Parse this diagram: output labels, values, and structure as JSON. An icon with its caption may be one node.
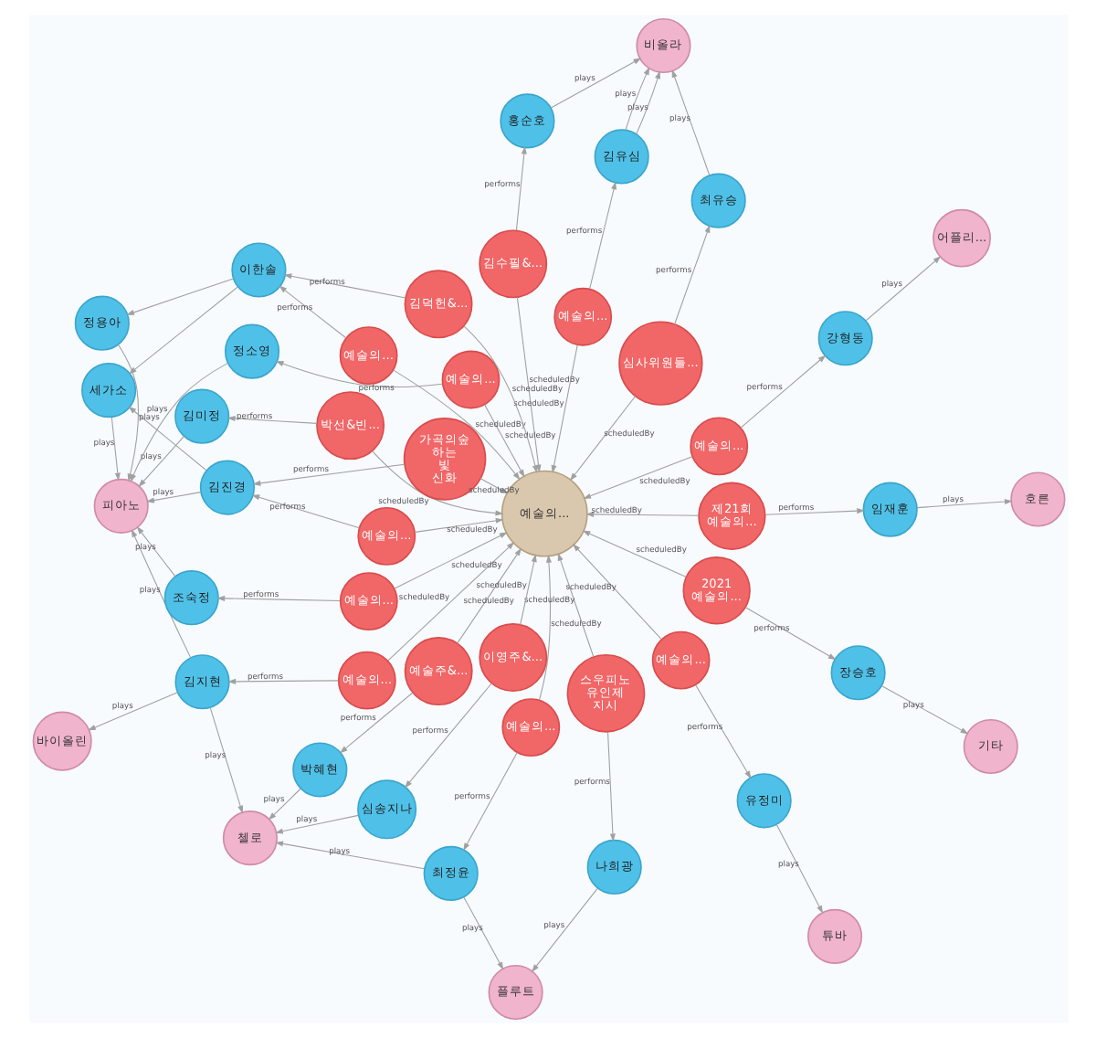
{
  "diagram": {
    "nodes": [
      {
        "text": [
          "바이올린"
        ]
      },
      {
        "text": [
          "플루트"
        ]
      },
      {
        "text": [
          "첼로"
        ]
      },
      {
        "text": [
          "최정윤"
        ]
      },
      {
        "text": [
          "김지현"
        ]
      },
      {
        "text": [
          "나희광"
        ]
      },
      {
        "text": [
          "박혜현"
        ]
      },
      {
        "text": [
          "심송지나"
        ]
      },
      {
        "text": [
          "기타"
        ]
      },
      {
        "text": [
          "예술의..."
        ]
      },
      {
        "text": [
          "장승호"
        ]
      },
      {
        "text": [
          "예술의..."
        ]
      },
      {
        "text": [
          "스우피노 유인제 지시"
        ]
      },
      {
        "text": [
          "예술주&..."
        ]
      },
      {
        "text": [
          "이영주&..."
        ]
      },
      {
        "text": [
          "2021 예술의..."
        ]
      },
      {
        "text": [
          "박선&빈..."
        ]
      },
      {
        "text": [
          "김미정"
        ]
      },
      {
        "text": [
          "조숙정"
        ]
      },
      {
        "text": [
          "홍순호"
        ]
      },
      {
        "text": [
          "예술의..."
        ]
      },
      {
        "text": [
          "김수필&..."
        ]
      },
      {
        "text": [
          "예술의..."
        ]
      },
      {
        "text": [
          "정소영"
        ]
      },
      {
        "text": [
          "예술의..."
        ]
      },
      {
        "text": [
          "피아노"
        ]
      },
      {
        "text": [
          "비올라"
        ]
      },
      {
        "text": [
          "심사위원들..."
        ]
      },
      {
        "text": [
          "최유승"
        ]
      },
      {
        "text": [
          "예술의..."
        ]
      },
      {
        "text": [
          "김진경"
        ]
      },
      {
        "text": [
          "가곡의숲 하는 빛 신화"
        ]
      },
      {
        "text": [
          "세가소"
        ]
      },
      {
        "text": [
          "예술의..."
        ]
      },
      {
        "text": [
          "김유심"
        ]
      },
      {
        "text": [
          "예술의..."
        ]
      },
      {
        "text": [
          "예술의..."
        ]
      },
      {
        "text": [
          "이한솔"
        ]
      },
      {
        "text": [
          "김덕헌&..."
        ]
      },
      {
        "text": [
          "정용아"
        ]
      },
      {
        "text": [
          "제21회 예술의..."
        ]
      },
      {
        "text": [
          "예술의..."
        ]
      },
      {
        "text": [
          "강형동"
        ]
      },
      {
        "text": [
          "어플리..."
        ]
      },
      {
        "text": [
          "임재훈"
        ]
      },
      {
        "text": [
          "유정미"
        ]
      },
      {
        "text": [
          "호른"
        ]
      },
      {
        "text": [
          "튜바"
        ]
      }
    ],
    "edges": [
      {
        "from": 9,
        "to": 24,
        "arrow": "to",
        "label": "scheduledBy"
      },
      {
        "from": 11,
        "to": 24,
        "arrow": "to",
        "label": "scheduledBy"
      },
      {
        "from": 12,
        "to": 24,
        "arrow": "to",
        "label": "scheduledBy"
      },
      {
        "from": 13,
        "to": 24,
        "arrow": "to",
        "label": "scheduledBy"
      },
      {
        "from": 14,
        "to": 24,
        "arrow": "to",
        "label": "scheduledBy"
      },
      {
        "from": 15,
        "to": 24,
        "arrow": "to",
        "label": "scheduledBy"
      },
      {
        "from": 16,
        "to": 24,
        "arrow": "to",
        "label": "scheduledBy"
      },
      {
        "from": 20,
        "to": 24,
        "arrow": "to",
        "label": "scheduledBy"
      },
      {
        "from": 21,
        "to": 24,
        "arrow": "to",
        "label": "scheduledBy"
      },
      {
        "from": 22,
        "to": 24,
        "arrow": "to",
        "label": "scheduledBy"
      },
      {
        "from": 27,
        "to": 24,
        "arrow": "to",
        "label": "scheduledBy"
      },
      {
        "from": 29,
        "to": 24,
        "arrow": "to",
        "label": "scheduledBy"
      },
      {
        "from": 31,
        "to": 24,
        "arrow": "to",
        "label": "scheduledBy"
      },
      {
        "from": 33,
        "to": 24,
        "arrow": "to",
        "label": "scheduledBy"
      },
      {
        "from": 35,
        "to": 24,
        "arrow": "to",
        "label": "scheduledBy"
      },
      {
        "from": 36,
        "to": 24,
        "arrow": "to",
        "label": "scheduledBy"
      },
      {
        "from": 38,
        "to": 24,
        "arrow": "to",
        "label": "scheduledBy"
      },
      {
        "from": 40,
        "to": 24,
        "arrow": "to",
        "label": "scheduledBy"
      },
      {
        "from": 41,
        "to": 24,
        "arrow": "to",
        "label": "scheduledBy"
      },
      {
        "from": 9,
        "to": 3,
        "arrow": "to",
        "label": "performs"
      },
      {
        "from": 11,
        "to": 4,
        "arrow": "to",
        "label": "performs"
      },
      {
        "from": 12,
        "to": 5,
        "arrow": "to",
        "label": "performs"
      },
      {
        "from": 13,
        "to": 6,
        "arrow": "to",
        "label": "performs"
      },
      {
        "from": 14,
        "to": 7,
        "arrow": "to",
        "label": "performs"
      },
      {
        "from": 15,
        "to": 10,
        "arrow": "to",
        "label": "performs"
      },
      {
        "from": 16,
        "to": 17,
        "arrow": "to",
        "label": "performs"
      },
      {
        "from": 20,
        "to": 18,
        "arrow": "to",
        "label": "performs"
      },
      {
        "from": 21,
        "to": 19,
        "arrow": "to",
        "label": "performs"
      },
      {
        "from": 22,
        "to": 23,
        "arrow": "to",
        "label": "performs"
      },
      {
        "from": 27,
        "to": 28,
        "arrow": "to",
        "label": "performs"
      },
      {
        "from": 29,
        "to": 30,
        "arrow": "to",
        "label": "performs"
      },
      {
        "from": 31,
        "to": 30,
        "arrow": "to",
        "label": "performs"
      },
      {
        "from": 33,
        "to": 34,
        "arrow": "to",
        "label": "performs"
      },
      {
        "from": 35,
        "to": 37,
        "arrow": "to",
        "label": "performs"
      },
      {
        "from": 36,
        "to": 42,
        "arrow": "to",
        "label": "performs"
      },
      {
        "from": 38,
        "to": 37,
        "arrow": "to",
        "label": "performs"
      },
      {
        "from": 40,
        "to": 44,
        "arrow": "to",
        "label": "performs"
      },
      {
        "from": 41,
        "to": 45,
        "arrow": "to",
        "label": "performs"
      },
      {
        "from": 3,
        "to": 1,
        "arrow": "to",
        "label": "plays"
      },
      {
        "from": 3,
        "to": 2,
        "arrow": "to",
        "label": "plays"
      },
      {
        "from": 5,
        "to": 1,
        "arrow": "to",
        "label": "plays"
      },
      {
        "from": 6,
        "to": 2,
        "arrow": "to",
        "label": "plays"
      },
      {
        "from": 7,
        "to": 2,
        "arrow": "to",
        "label": "plays"
      },
      {
        "from": 4,
        "to": 2,
        "arrow": "to",
        "label": "plays"
      },
      {
        "from": 4,
        "to": 0,
        "arrow": "to",
        "label": "plays"
      },
      {
        "from": 4,
        "to": 25,
        "arrow": "to",
        "label": "plays"
      },
      {
        "from": 10,
        "to": 8,
        "arrow": "to",
        "label": "plays"
      },
      {
        "from": 19,
        "to": 26,
        "arrow": "to",
        "label": "plays"
      },
      {
        "from": 28,
        "to": 26,
        "arrow": "to",
        "label": "plays"
      },
      {
        "from": 34,
        "to": 26,
        "arrow": "to",
        "label": "plays"
      },
      {
        "from": 34,
        "to": 26,
        "arrow": "to",
        "label": "plays"
      },
      {
        "from": 17,
        "to": 25,
        "arrow": "to",
        "label": "plays"
      },
      {
        "from": 18,
        "to": 25,
        "arrow": "to",
        "label": "plays"
      },
      {
        "from": 23,
        "to": 25,
        "arrow": "to",
        "label": "plays"
      },
      {
        "from": 30,
        "to": 25,
        "arrow": "to",
        "label": "plays"
      },
      {
        "from": 30,
        "to": 32,
        "arrow": "to"
      },
      {
        "from": 32,
        "to": 25,
        "arrow": "to",
        "label": "plays"
      },
      {
        "from": 37,
        "to": 32,
        "arrow": "to"
      },
      {
        "from": 37,
        "to": 39,
        "arrow": "to"
      },
      {
        "from": 39,
        "to": 25,
        "arrow": "to",
        "label": "plays"
      },
      {
        "from": 42,
        "to": 43,
        "arrow": "to",
        "label": "plays"
      },
      {
        "from": 44,
        "to": 46,
        "arrow": "to",
        "label": "plays"
      },
      {
        "from": 45,
        "to": 47,
        "arrow": "to",
        "label": "plays"
      }
    ]
  }
}
